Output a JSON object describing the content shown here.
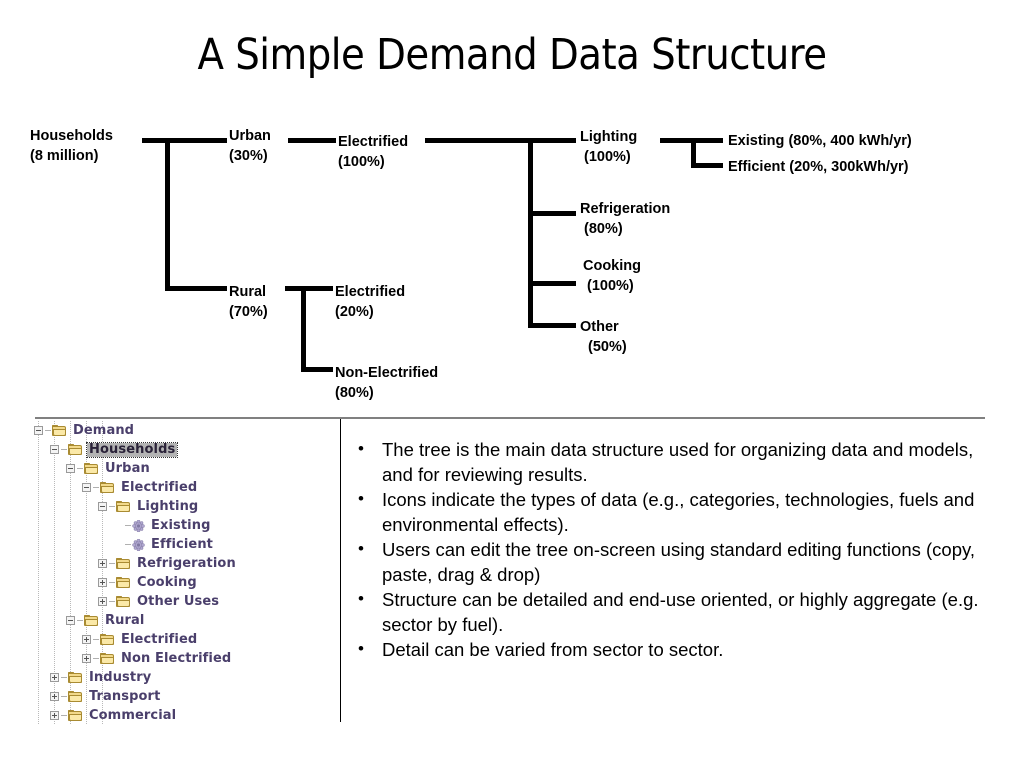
{
  "title": "A Simple Demand Data Structure",
  "diagram": {
    "nodes": [
      {
        "key": "households",
        "label": "Households",
        "pct": "(8 million)"
      },
      {
        "key": "urban",
        "label": "Urban",
        "pct": "(30%)"
      },
      {
        "key": "urban_elec",
        "label": "Electrified",
        "pct": "(100%)"
      },
      {
        "key": "rural",
        "label": "Rural",
        "pct": "(70%)"
      },
      {
        "key": "rural_elec",
        "label": "Electrified",
        "pct": "(20%)"
      },
      {
        "key": "rural_nonelec",
        "label": "Non-Electrified",
        "pct": "(80%)"
      },
      {
        "key": "lighting",
        "label": "Lighting",
        "pct": "(100%)"
      },
      {
        "key": "refrigeration",
        "label": "Refrigeration",
        "pct": "(80%)"
      },
      {
        "key": "cooking",
        "label": "Cooking",
        "pct": "(100%)"
      },
      {
        "key": "other",
        "label": "Other",
        "pct": "(50%)"
      },
      {
        "key": "existing",
        "label": "Existing",
        "pct": "(80%, 400 kWh/yr)"
      },
      {
        "key": "efficient",
        "label": "Efficient",
        "pct": "(20%, 300kWh/yr)"
      }
    ]
  },
  "treeview": {
    "selected": "Households",
    "items": [
      {
        "label": "Demand",
        "depth": 0,
        "icon": "folder",
        "expander": "minus",
        "selected": false
      },
      {
        "label": "Households",
        "depth": 1,
        "icon": "folder",
        "expander": "minus",
        "selected": true
      },
      {
        "label": "Urban",
        "depth": 2,
        "icon": "folder",
        "expander": "minus",
        "selected": false
      },
      {
        "label": "Electrified",
        "depth": 3,
        "icon": "folder",
        "expander": "minus",
        "selected": false
      },
      {
        "label": "Lighting",
        "depth": 4,
        "icon": "folder",
        "expander": "minus",
        "selected": false
      },
      {
        "label": "Existing",
        "depth": 5,
        "icon": "cog",
        "expander": "none",
        "selected": false
      },
      {
        "label": "Efficient",
        "depth": 5,
        "icon": "cog",
        "expander": "none",
        "selected": false
      },
      {
        "label": "Refrigeration",
        "depth": 4,
        "icon": "folder",
        "expander": "plus",
        "selected": false
      },
      {
        "label": "Cooking",
        "depth": 4,
        "icon": "folder",
        "expander": "plus",
        "selected": false
      },
      {
        "label": "Other Uses",
        "depth": 4,
        "icon": "folder",
        "expander": "plus",
        "selected": false
      },
      {
        "label": "Rural",
        "depth": 2,
        "icon": "folder",
        "expander": "minus",
        "selected": false
      },
      {
        "label": "Electrified",
        "depth": 3,
        "icon": "folder",
        "expander": "plus",
        "selected": false
      },
      {
        "label": "Non Electrified",
        "depth": 3,
        "icon": "folder",
        "expander": "plus",
        "selected": false
      },
      {
        "label": "Industry",
        "depth": 1,
        "icon": "folder",
        "expander": "plus",
        "selected": false
      },
      {
        "label": "Transport",
        "depth": 1,
        "icon": "folder",
        "expander": "plus",
        "selected": false
      },
      {
        "label": "Commercial",
        "depth": 1,
        "icon": "folder",
        "expander": "plus",
        "selected": false
      }
    ]
  },
  "bullets": [
    "The tree is the main data structure used for organizing data and models, and for reviewing results.",
    "Icons indicate the types of data (e.g.,  categories, technologies, fuels and environmental effects).",
    "Users can edit the tree on-screen using standard editing functions (copy, paste, drag & drop)",
    "Structure can be detailed and end-use oriented, or highly aggregate (e.g. sector by fuel).",
    "Detail can be varied from sector to sector."
  ],
  "colors": {
    "folder_fill": "#f2d98b",
    "folder_outline": "#a98b32",
    "tech_icon": "#b0a8d0",
    "label_text": "#4a3f6b",
    "selection": "#b4b4b4",
    "rule": "#808080"
  }
}
